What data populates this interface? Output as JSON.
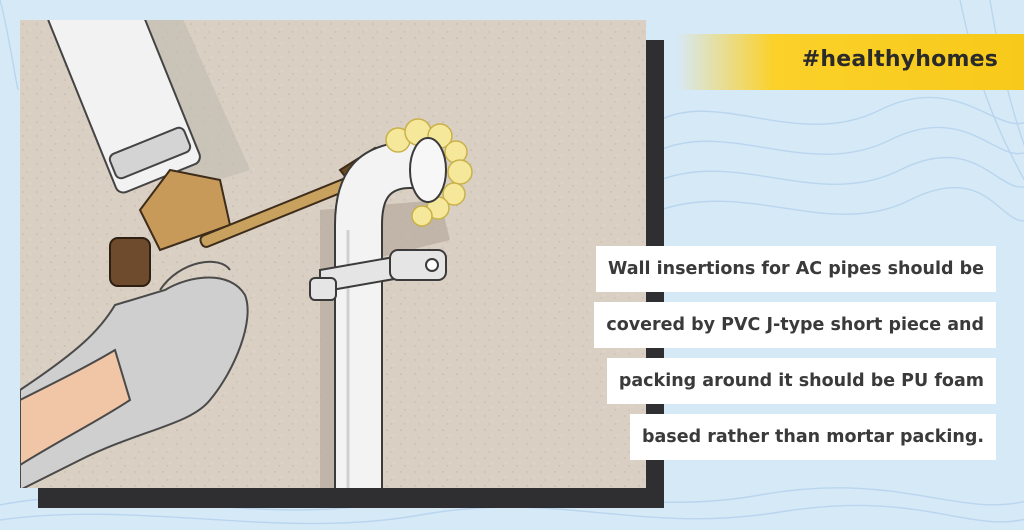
{
  "hashtag": "#healthyhomes",
  "caption": {
    "lines": [
      "Wall insertions for AC pipes should be",
      "covered by PVC J-type short piece and",
      "packing around it should be PU foam",
      "based rather than mortar packing."
    ]
  },
  "colors": {
    "background": "#d6e9f7",
    "accent": "#f7c91a",
    "frame": "#2f2f31",
    "wall": "#d9cfc2"
  },
  "illustration": {
    "subjects": [
      "foam-gun",
      "gloved-hand",
      "pvc-elbow-pipe",
      "pipe-clamp",
      "pu-foam"
    ]
  }
}
